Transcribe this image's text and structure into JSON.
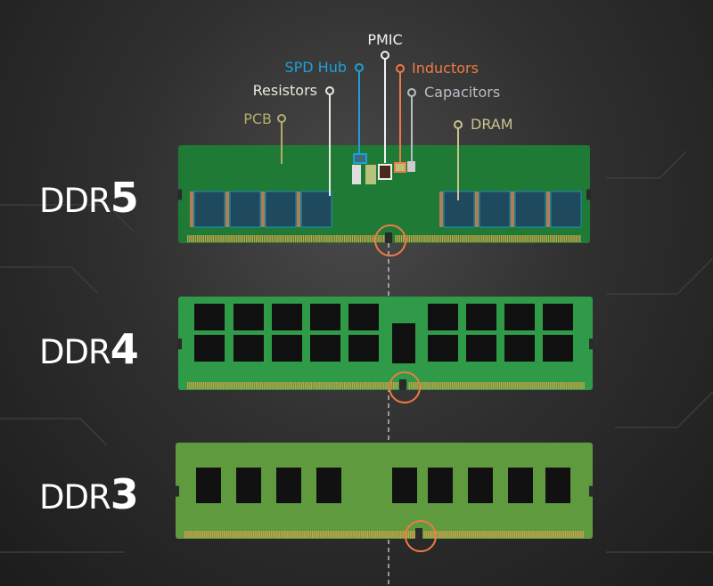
{
  "modules": [
    {
      "prefix": "DDR",
      "gen": "5"
    },
    {
      "prefix": "DDR",
      "gen": "4"
    },
    {
      "prefix": "DDR",
      "gen": "3"
    }
  ],
  "callouts": {
    "pmic": {
      "text": "PMIC",
      "color": "#f2f2f2"
    },
    "spd_hub": {
      "text": "SPD Hub",
      "color": "#1ea0d6"
    },
    "inductors": {
      "text": "Inductors",
      "color": "#f07a45"
    },
    "resistors": {
      "text": "Resistors",
      "color": "#ece8dc"
    },
    "capacitors": {
      "text": "Capacitors",
      "color": "#b9bdc5"
    },
    "pcb": {
      "text": "PCB",
      "color": "#b3ad6a"
    },
    "dram": {
      "text": "DRAM",
      "color": "#c9c48e"
    }
  },
  "colors": {
    "pcb_green": "#1f7a36",
    "notch_marker": "#f07a45",
    "gold_pins": "#c9a24a"
  }
}
